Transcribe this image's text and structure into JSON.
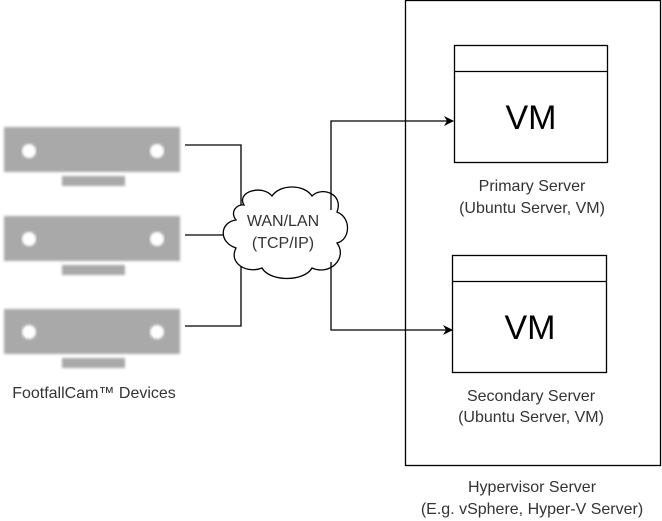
{
  "devices": {
    "label": "FootfallCam™ Devices",
    "count": 3,
    "color": "#a9a9a9"
  },
  "network": {
    "line1": "WAN/LAN",
    "line2": "(TCP/IP)"
  },
  "hypervisor": {
    "line1": "Hypervisor Server",
    "line2": "(E.g. vSphere, Hyper-V Server)"
  },
  "vms": [
    {
      "box_label": "VM",
      "line1": "Primary Server",
      "line2": "(Ubuntu Server, VM)"
    },
    {
      "box_label": "VM",
      "line1": "Secondary Server",
      "line2": "(Ubuntu Server, VM)"
    }
  ]
}
